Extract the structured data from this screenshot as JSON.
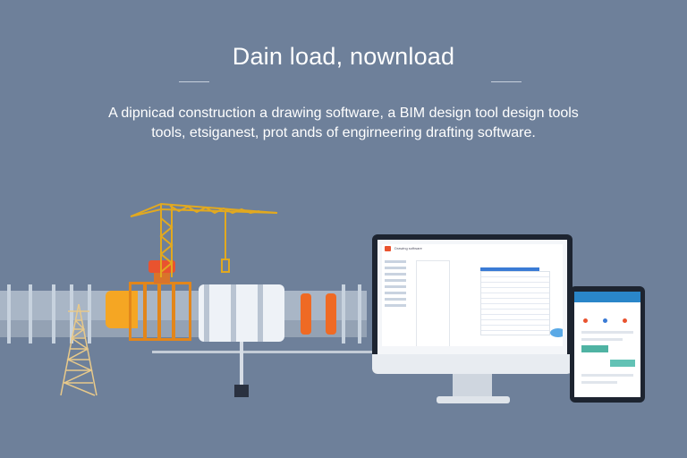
{
  "header": {
    "title": "Dain load, nownload",
    "subtitle": "A dipnicad construction a drawing software, a BIM design tool design tools tools, etsiganest, prot ands of engirneering drafting software."
  },
  "monitor_screen": {
    "app_title": "Drawing software"
  },
  "colors": {
    "background": "#6e809a",
    "crane": "#e2a91f",
    "valve": "#f5a623",
    "accent_red": "#e9532f",
    "screen_blue": "#2a86c9"
  },
  "icons": [
    "crane-icon",
    "pipe-icon",
    "valve-icon",
    "monitor-icon",
    "tablet-icon",
    "power-pylon-icon"
  ]
}
